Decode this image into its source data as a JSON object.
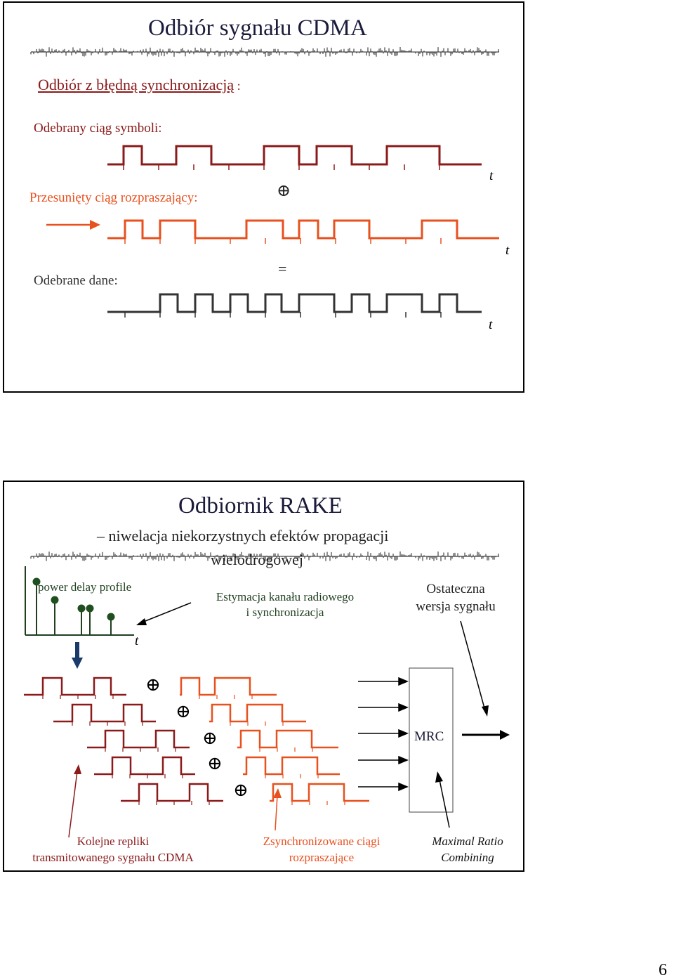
{
  "slide1": {
    "title": "Odbiór sygnału CDMA",
    "subtitle": "Odbiór z błędną synchronizacją",
    "subtitle_suffix": " :",
    "label_symbols": "Odebrany ciąg symboli:",
    "label_spreading": "Przesunięty ciąg rozpraszający:",
    "label_data": "Odebrane dane:",
    "op_xor": "⊕",
    "op_eq": "=",
    "axis_t": "t",
    "colors": {
      "symbols": "#8B1A1A",
      "spreading": "#E8501E",
      "data": "#333333"
    }
  },
  "slide2": {
    "title": "Odbiornik RAKE",
    "subtitle_line1": "– niwelacja niekorzystnych efektów propagacji",
    "subtitle_line2": "wielodrogowej",
    "pdp_label": "power delay profile",
    "estimation_line1": "Estymacja kanału radiowego",
    "estimation_line2": "i synchronizacja",
    "final_line1": "Ostateczna",
    "final_line2": "wersja sygnału",
    "mrc": "MRC",
    "caption_replicas_line1": "Kolejne repliki",
    "caption_replicas_line2": "transmitowanego sygnału CDMA",
    "caption_sync_line1": "Zsynchronizowane ciągi",
    "caption_sync_line2": "rozpraszające",
    "caption_mrc_line1": "Maximal Ratio",
    "caption_mrc_line2": "Combining",
    "axis_t": "t",
    "op_xor": "⊕"
  },
  "page_number": "6"
}
